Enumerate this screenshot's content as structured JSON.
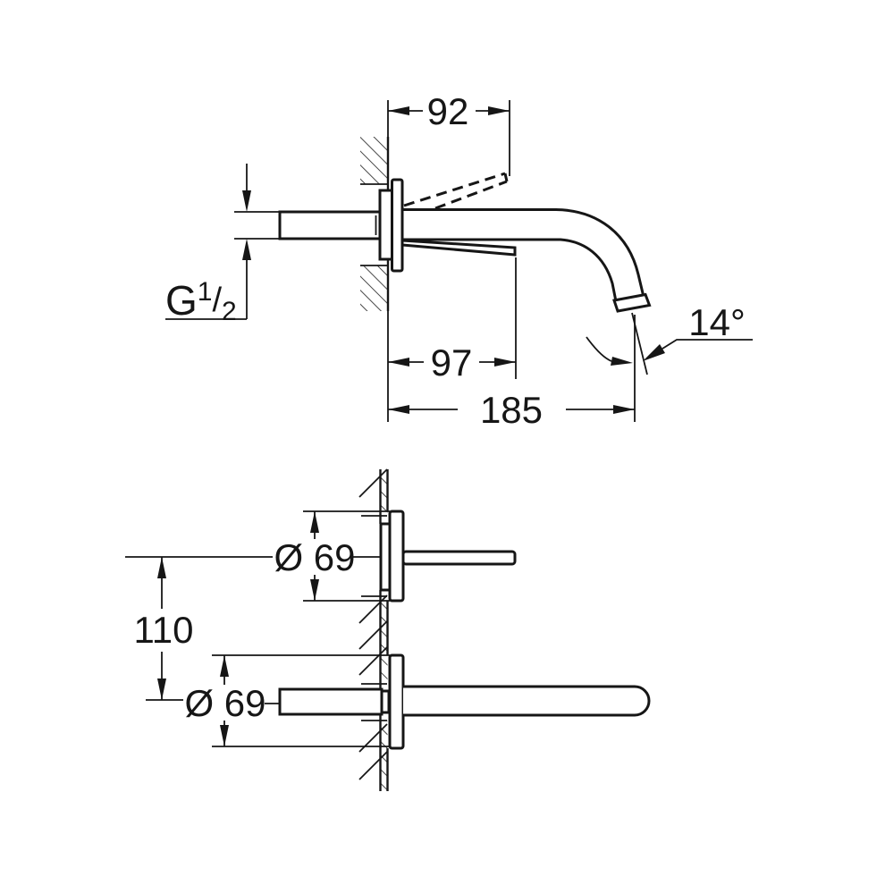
{
  "drawing": {
    "title": "wall-mounted-basin-mixer-dimension-drawing",
    "line_color": "#161616",
    "background": "#ffffff",
    "side_view": {
      "dim_lever_projection": "92",
      "dim_lever_closed_projection": "97",
      "dim_spout_reach": "185",
      "dim_stream_angle": "14°",
      "thread_letter": "G",
      "thread_numerator": "1",
      "thread_slash": "/",
      "thread_denominator": "2"
    },
    "plan_view": {
      "dim_handle_escutcheon_diameter": "Ø 69",
      "dim_spout_escutcheon_diameter": "Ø 69",
      "dim_center_distance": "110"
    }
  }
}
